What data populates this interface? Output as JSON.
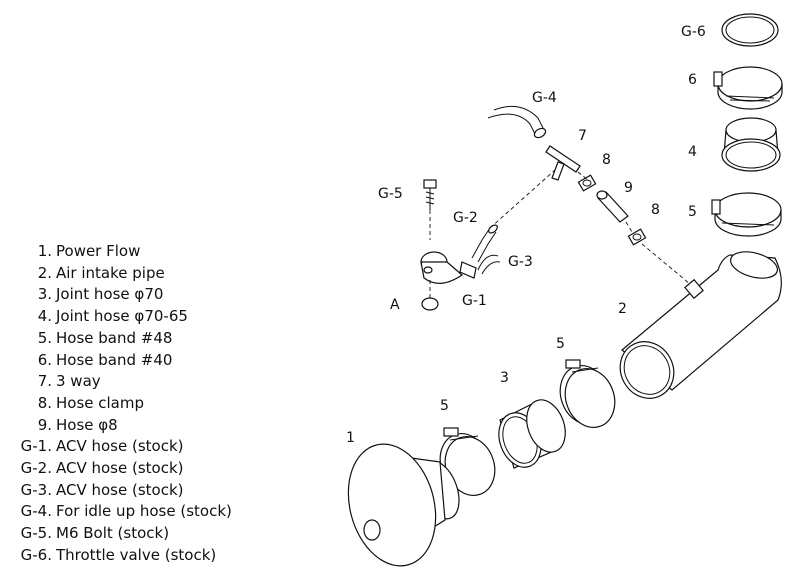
{
  "legend": [
    {
      "num": "1.",
      "text": "Power Flow"
    },
    {
      "num": "2.",
      "text": "Air intake pipe"
    },
    {
      "num": "3.",
      "text": "Joint hose  φ70"
    },
    {
      "num": "4.",
      "text": "Joint hose  φ70-65"
    },
    {
      "num": "5.",
      "text": "Hose band  #48"
    },
    {
      "num": "6.",
      "text": "Hose band  #40"
    },
    {
      "num": "7.",
      "text": "3 way"
    },
    {
      "num": "8.",
      "text": "Hose clamp"
    },
    {
      "num": "9.",
      "text": "Hose   φ8"
    },
    {
      "num": "G-1.",
      "text": "ACV hose (stock)"
    },
    {
      "num": "G-2.",
      "text": "ACV hose (stock)"
    },
    {
      "num": "G-3.",
      "text": "ACV hose (stock)"
    },
    {
      "num": "G-4.",
      "text": "For idle up hose (stock)"
    },
    {
      "num": "G-5.",
      "text": "M6 Bolt (stock)"
    },
    {
      "num": "G-6.",
      "text": "Throttle valve (stock)"
    }
  ],
  "callouts": {
    "g6": "G-6",
    "c6": "6",
    "g4": "G-4",
    "c7": "7",
    "c4": "4",
    "c8a": "8",
    "c9": "9",
    "g5": "G-5",
    "c8b": "8",
    "c5a": "5",
    "g2": "G-2",
    "g3": "G-3",
    "a": "A",
    "g1": "G-1",
    "c2": "2",
    "c5b": "5",
    "c3": "3",
    "c5c": "5",
    "c1": "1"
  }
}
